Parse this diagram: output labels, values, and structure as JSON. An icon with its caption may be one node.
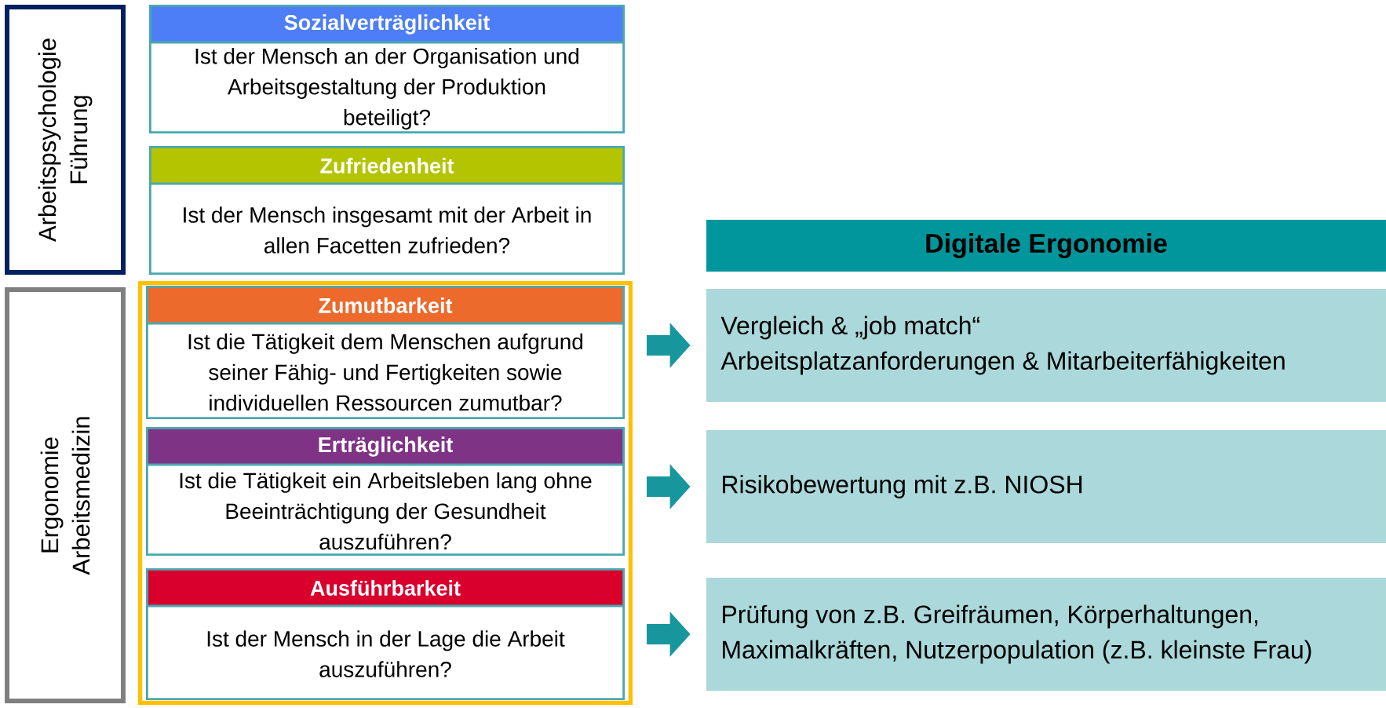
{
  "diagram": {
    "nodes": [
      {
        "text": [
          "Arbeitspsychologie Führung"
        ]
      },
      {
        "text": [
          "Sozialverträglichkeit",
          "Ist der Mensch an der Organisation und Arbeitsgestaltung der Produktion beteiligt?"
        ]
      },
      {
        "text": [
          "Zufriedenheit",
          "Ist der Mensch insgesamt mit der Arbeit in allen Facetten zufrieden?"
        ]
      },
      {
        "text": [
          "Ergonomie Arbeitsmedizin"
        ]
      },
      {
        "text": [],
        "shape": "box"
      },
      {
        "text": [
          "Zumutbarkeit",
          "Ist die Tätigkeit dem Menschen aufgrund seiner Fähig- und Fertigkeiten sowie individuellen Ressourcen zumutbar?"
        ],
        "in": 4
      },
      {
        "text": [
          "Erträglichkeit",
          "Ist die Tätigkeit ein Arbeitsleben lang ohne Beeinträchtigung der Gesundheit auszuführen?"
        ],
        "in": 4
      },
      {
        "text": [
          "Ausführbarkeit",
          "Ist der Mensch in der Lage die Arbeit auszuführen?"
        ],
        "in": 4
      },
      {
        "text": [
          "Digitale Ergonomie"
        ]
      },
      {
        "text": [
          "Vergleich & „job match“",
          "Arbeitsplatzanforderungen & Mitarbeiterfähigkeiten"
        ]
      },
      {
        "text": [
          "Risikobewertung mit z.B. NIOSH"
        ]
      },
      {
        "text": [
          "Prüfung von z.B. Greifräumen, Körperhaltungen, Maximalkräften, Nutzerpopulation (z.B. kleinste Frau)"
        ]
      }
    ],
    "edges": [
      {
        "from": 5,
        "to": 9,
        "arrow": "to"
      },
      {
        "from": 6,
        "to": 10,
        "arrow": "to"
      },
      {
        "from": 7,
        "to": 11,
        "arrow": "to"
      }
    ]
  }
}
